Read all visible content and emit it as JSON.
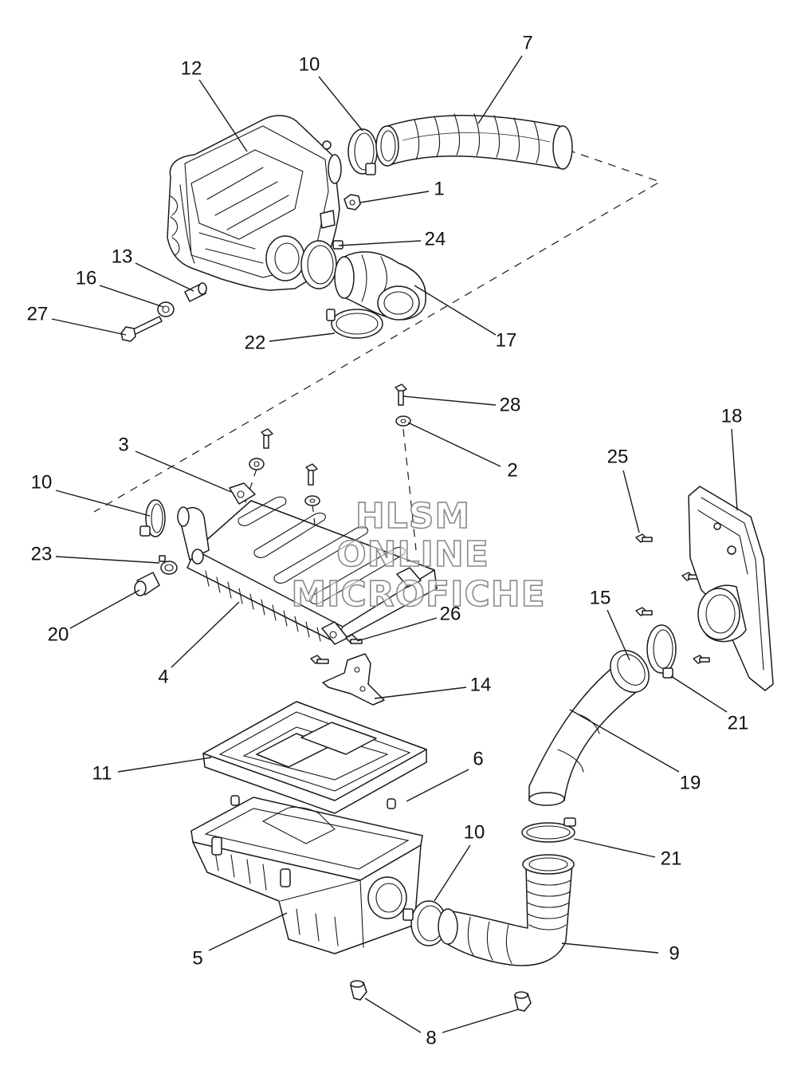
{
  "callouts": [
    "12",
    "10",
    "7",
    "1",
    "24",
    "13",
    "16",
    "27",
    "22",
    "17",
    "28",
    "3",
    "2",
    "18",
    "25",
    "10",
    "23",
    "20",
    "15",
    "26",
    "4",
    "14",
    "21",
    "11",
    "6",
    "19",
    "10",
    "21",
    "5",
    "9",
    "8"
  ],
  "watermark": {
    "line1": "HLSM",
    "line2": "ONLINE",
    "line3": "MICROFICHE"
  }
}
